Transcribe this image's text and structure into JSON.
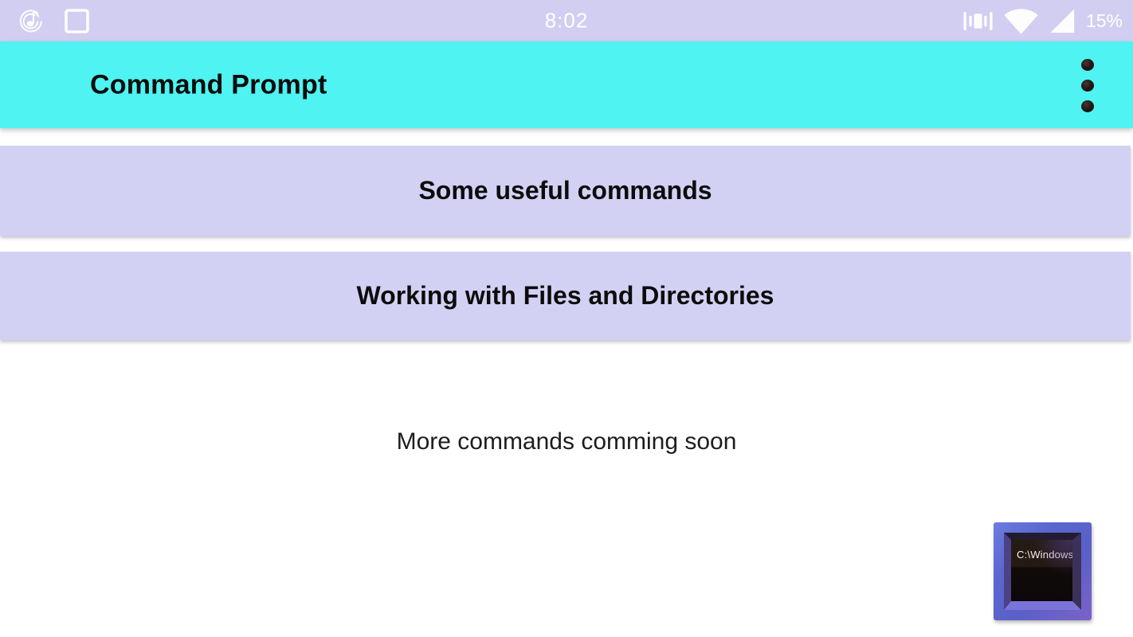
{
  "status_bar": {
    "time": "8:02",
    "battery": "15%",
    "bg_color": "#d2cef1",
    "icons_left": [
      "music-note-notification-icon",
      "square-outline-notification-icon"
    ],
    "icons_right": [
      "vibrate-icon",
      "wifi-icon",
      "cell-signal-icon"
    ]
  },
  "app_bar": {
    "title": "Command Prompt",
    "bg_color": "#4ff3f1",
    "menu_icon": "vertical-ellipsis-icon"
  },
  "main": {
    "button_bg_color": "#d3d1f3",
    "buttons": [
      {
        "label": "Some useful commands"
      },
      {
        "label": "Working with Files and Directories"
      }
    ],
    "footer_note": "More commands comming soon",
    "cmd_image": {
      "description": "3d-command-prompt-window-graphic",
      "screen_text": "C:\\Windows\\",
      "frame_color": "#5b64cd"
    }
  }
}
